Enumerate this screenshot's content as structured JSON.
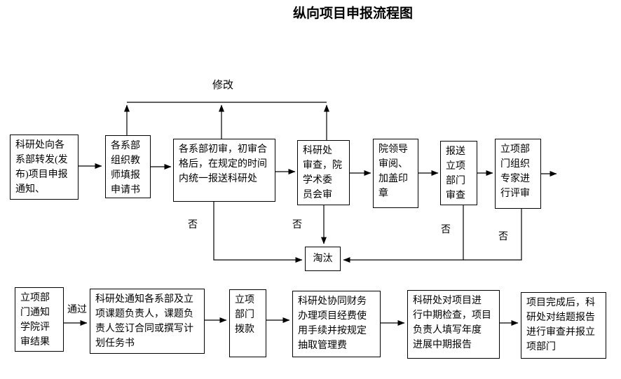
{
  "title": "纵向项目申报流程图",
  "labels": {
    "modify": "修改",
    "no": "否",
    "pass": "通过"
  },
  "flow": {
    "row1": [
      {
        "text": "科研处向各\n系部转发(发\n布)项目申报\n通知、"
      },
      {
        "text": "各系部\n组织教\n师填报\n申请书"
      },
      {
        "text": "各系部初审，初审合\n格后，在规定的时间\n内统一报送科研处"
      },
      {
        "text": "科研处\n审查，院\n学术委\n员会审"
      },
      {
        "text": "院领导\n审阅、\n加盖印\n章"
      },
      {
        "text": "报送\n立项\n部门\n审查"
      },
      {
        "text": "立项部\n门组织\n专家进\n行评审"
      }
    ],
    "eliminate": "淘汰",
    "row2": [
      {
        "text": "立项部\n门通知\n学院评\n审结果"
      },
      {
        "text": "科研处通知各系部及立\n项课题负责人，课题负\n责人签订合同或撰写计\n划任务书"
      },
      {
        "text": "立项\n部门\n拨款"
      },
      {
        "text": "科研处协同财务\n办理项目经费使\n用手续并按规定\n抽取管理费"
      },
      {
        "text": "科研处对项目进\n行中期检查，项目\n负责人填写年度\n进展中期报告"
      },
      {
        "text": "项目完成后，科\n研处对结题报告\n进行审查并报立\n项部门"
      }
    ]
  },
  "colors": {
    "line": "#000000",
    "background": "#ffffff"
  }
}
